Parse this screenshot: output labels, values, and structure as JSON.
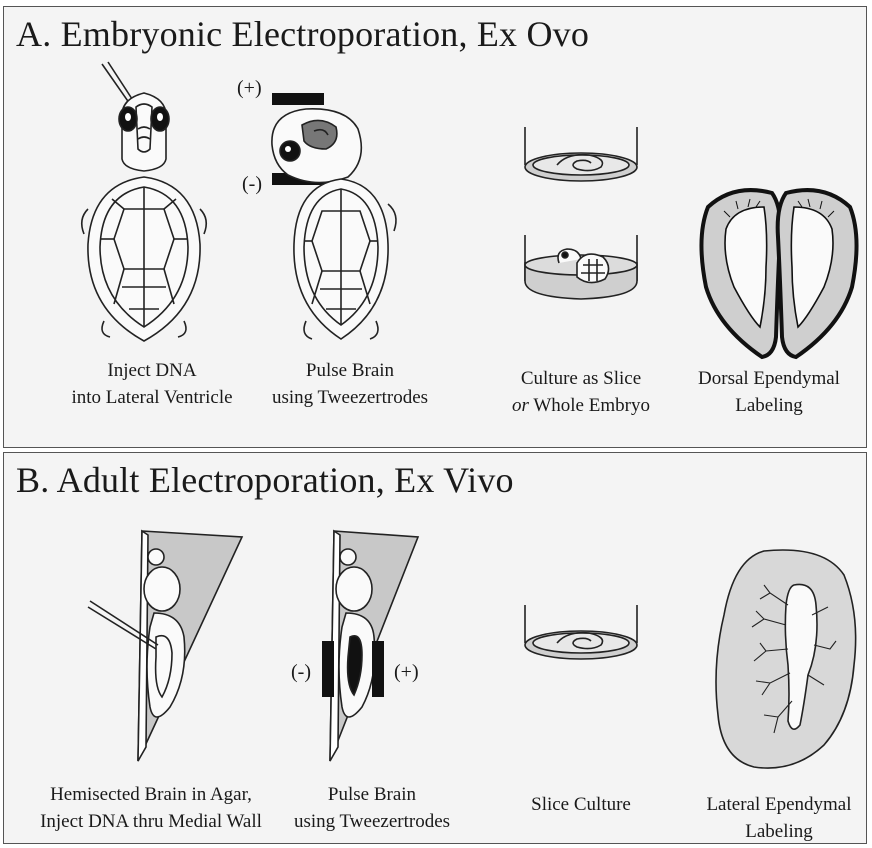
{
  "panel_a": {
    "title": "A.  Embryonic Electroporation, Ex Ovo",
    "polarity_pos": "(+)",
    "polarity_neg": "(-)",
    "steps": [
      {
        "line1": "Inject DNA",
        "line2": "into Lateral Ventricle"
      },
      {
        "line1": "Pulse Brain",
        "line2": "using Tweezertrodes"
      },
      {
        "line1": "Culture as Slice",
        "line2_italic": "or",
        "line2": " Whole Embryo"
      },
      {
        "line1": "Dorsal Ependymal",
        "line2": "Labeling"
      }
    ]
  },
  "panel_b": {
    "title": "B.  Adult Electroporation, Ex Vivo",
    "polarity_neg": "(-)",
    "polarity_pos": "(+)",
    "steps": [
      {
        "line1": "Hemisected Brain in Agar,",
        "line2": "Inject DNA thru Medial Wall"
      },
      {
        "line1": "Pulse Brain",
        "line2": "using Tweezertrodes"
      },
      {
        "line1": "Slice Culture",
        "line2": ""
      },
      {
        "line1": "Lateral Ependymal",
        "line2": "Labeling"
      }
    ]
  }
}
